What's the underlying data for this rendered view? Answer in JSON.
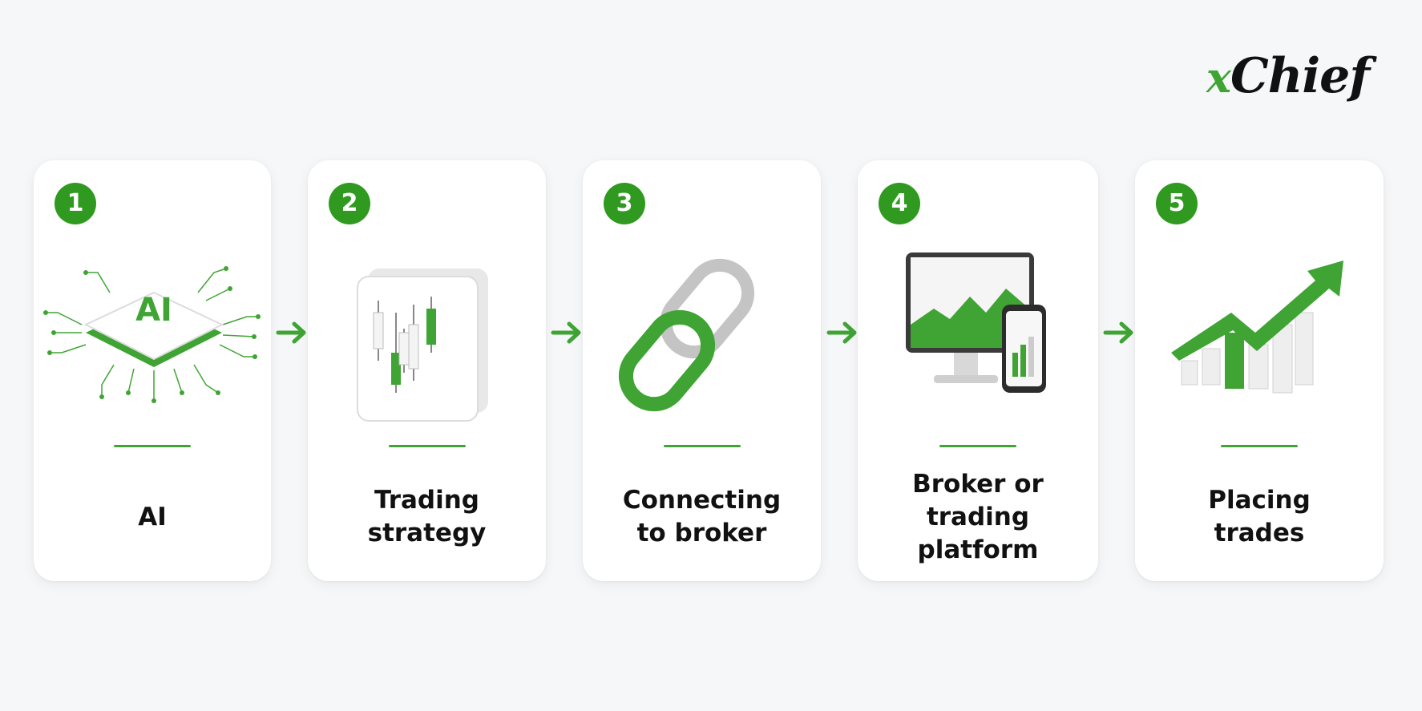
{
  "brand": {
    "prefix": "x",
    "name": "Chief",
    "accent_color": "#3fa434"
  },
  "steps": [
    {
      "number": "1",
      "label_lines": [
        "AI"
      ],
      "icon": "ai-chip-icon",
      "icon_text": "AI"
    },
    {
      "number": "2",
      "label_lines": [
        "Trading",
        "strategy"
      ],
      "icon": "candlestick-chart-icon"
    },
    {
      "number": "3",
      "label_lines": [
        "Connecting",
        "to broker"
      ],
      "icon": "chain-link-icon"
    },
    {
      "number": "4",
      "label_lines": [
        "Broker or",
        "trading",
        "platform"
      ],
      "icon": "monitor-phone-icon"
    },
    {
      "number": "5",
      "label_lines": [
        "Placing",
        "trades"
      ],
      "icon": "growth-chart-arrow-icon"
    }
  ],
  "connector_icon": "right-arrow-icon"
}
